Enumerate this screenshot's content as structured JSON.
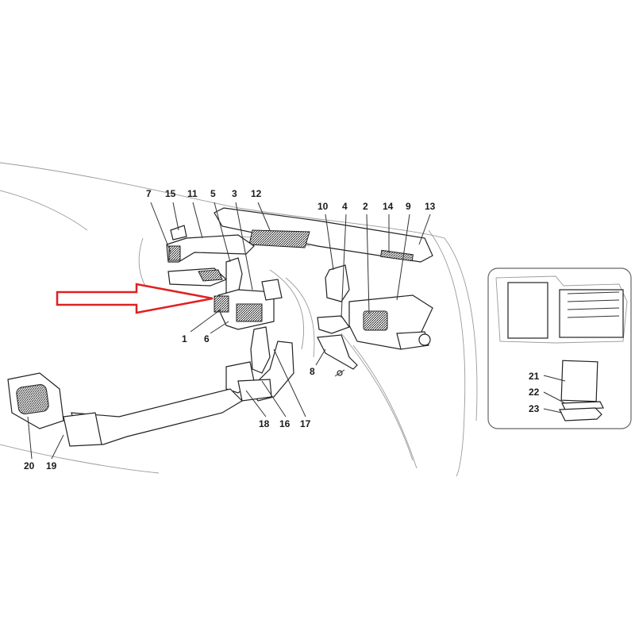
{
  "colors": {
    "arrow": "#e02020",
    "line": "#222222",
    "background": "#ffffff"
  },
  "labels": [
    {
      "id": "1",
      "text": "1"
    },
    {
      "id": "2",
      "text": "2"
    },
    {
      "id": "3",
      "text": "3"
    },
    {
      "id": "4",
      "text": "4"
    },
    {
      "id": "5",
      "text": "5"
    },
    {
      "id": "6",
      "text": "6"
    },
    {
      "id": "7",
      "text": "7"
    },
    {
      "id": "8",
      "text": "8"
    },
    {
      "id": "9",
      "text": "9"
    },
    {
      "id": "10",
      "text": "10"
    },
    {
      "id": "11",
      "text": "11"
    },
    {
      "id": "12",
      "text": "12"
    },
    {
      "id": "13",
      "text": "13"
    },
    {
      "id": "14",
      "text": "14"
    },
    {
      "id": "15",
      "text": "15"
    },
    {
      "id": "16",
      "text": "16"
    },
    {
      "id": "17",
      "text": "17"
    },
    {
      "id": "18",
      "text": "18"
    },
    {
      "id": "19",
      "text": "19"
    },
    {
      "id": "20",
      "text": "20"
    },
    {
      "id": "21",
      "text": "21"
    },
    {
      "id": "22",
      "text": "22"
    },
    {
      "id": "23",
      "text": "23"
    }
  ],
  "annotations": {
    "pointer_arrow_icon": "arrow-right-outline"
  }
}
